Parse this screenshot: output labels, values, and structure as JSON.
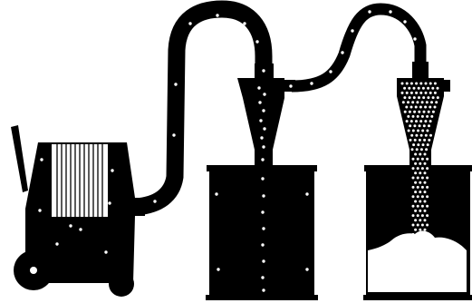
{
  "diagram": {
    "subject": "dust-collection-setup",
    "components": [
      {
        "id": "shop-vacuum",
        "icon": "shop-vacuum-icon"
      },
      {
        "id": "vacuum-hose",
        "icon": "hose-icon"
      },
      {
        "id": "first-cyclone-separator",
        "icon": "cyclone-icon"
      },
      {
        "id": "first-collection-bin",
        "icon": "bin-icon"
      },
      {
        "id": "connecting-hose",
        "icon": "hose-icon"
      },
      {
        "id": "second-cyclone-separator",
        "icon": "cyclone-icon"
      },
      {
        "id": "second-collection-bin",
        "icon": "bin-icon"
      },
      {
        "id": "collected-dust-pile",
        "icon": "dust-pile-icon"
      }
    ],
    "colors": {
      "foreground": "#000000",
      "background": "#ffffff",
      "dust": "#ffffff"
    }
  }
}
